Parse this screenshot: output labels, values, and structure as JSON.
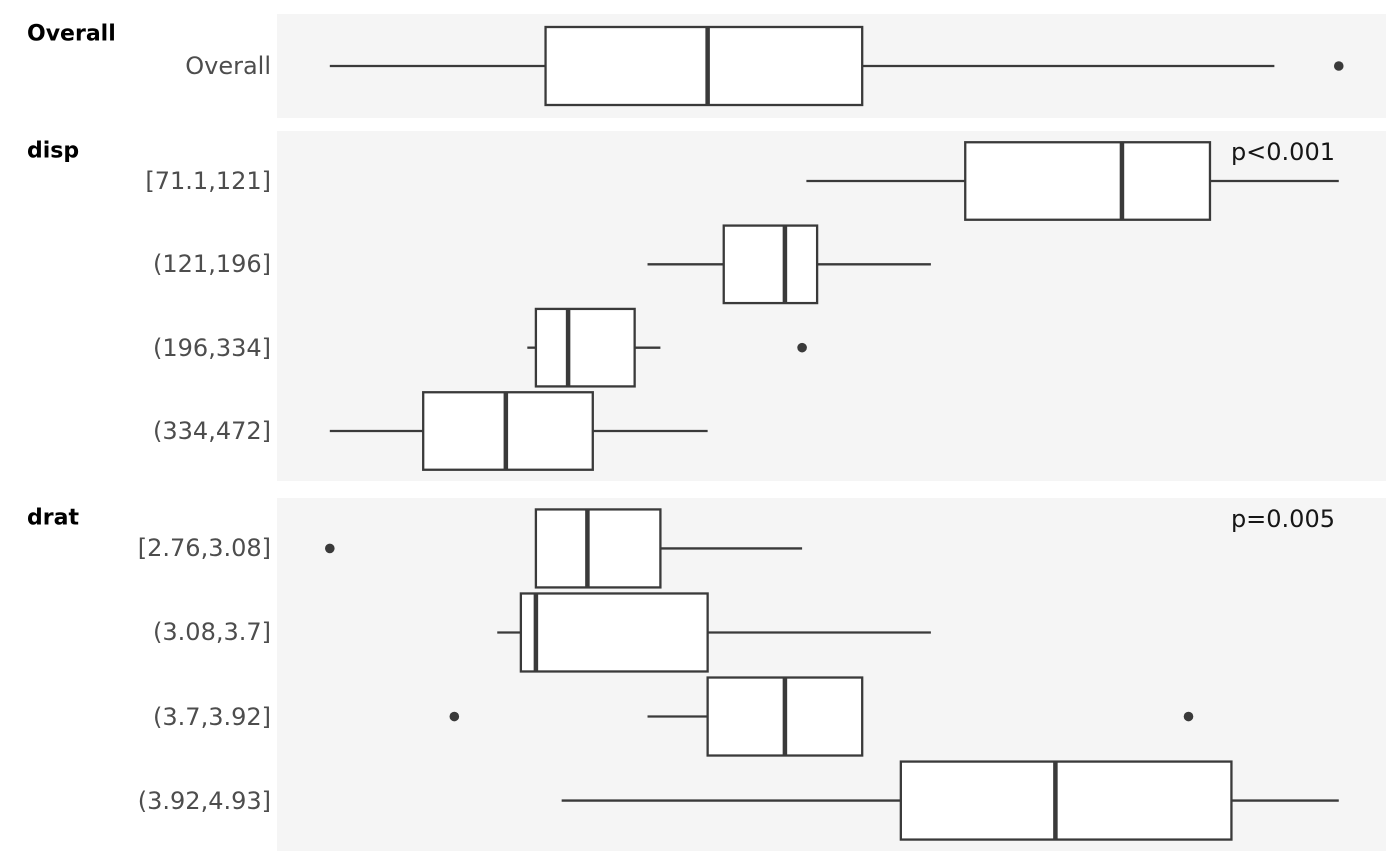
{
  "chart_data": {
    "type": "boxplot",
    "orientation": "horizontal",
    "title": "",
    "xlabel": "",
    "ylabel": "",
    "axis": {
      "xlim": [
        9.17,
        35.0
      ],
      "x_axis_visible": false,
      "grid": false
    },
    "legend": null,
    "panels": [
      {
        "id": "overall",
        "header": "Overall",
        "p_value": "",
        "rows": [
          {
            "label": "Overall",
            "whisker_low": 10.4,
            "q1": 15.425,
            "median": 19.2,
            "q3": 22.8,
            "whisker_high": 32.4,
            "outliers": [
              33.9
            ]
          }
        ]
      },
      {
        "id": "disp",
        "header": "disp",
        "p_value": "p<0.001",
        "rows": [
          {
            "label": "[71.1,121]",
            "whisker_low": 21.5,
            "q1": 25.2,
            "median": 28.85,
            "q3": 30.9,
            "whisker_high": 33.9,
            "outliers": []
          },
          {
            "label": "(121,196]",
            "whisker_low": 17.8,
            "q1": 19.575,
            "median": 21.0,
            "q3": 21.75,
            "whisker_high": 24.4,
            "outliers": []
          },
          {
            "label": "(196,334]",
            "whisker_low": 15.0,
            "q1": 15.2,
            "median": 15.95,
            "q3": 17.5,
            "whisker_high": 18.1,
            "outliers": [
              21.4
            ]
          },
          {
            "label": "(334,472]",
            "whisker_low": 10.4,
            "q1": 12.575,
            "median": 14.5,
            "q3": 16.525,
            "whisker_high": 19.2,
            "outliers": []
          }
        ]
      },
      {
        "id": "drat",
        "header": "drat",
        "p_value": "p=0.005",
        "rows": [
          {
            "label": "[2.76,3.08]",
            "whisker_low": 15.2,
            "q1": 15.2,
            "median": 16.4,
            "q3": 18.1,
            "whisker_high": 21.4,
            "outliers": [
              10.4
            ]
          },
          {
            "label": "(3.08,3.7]",
            "whisker_low": 14.3,
            "q1": 14.85,
            "median": 15.2,
            "q3": 19.2,
            "whisker_high": 24.4,
            "outliers": []
          },
          {
            "label": "(3.7,3.92]",
            "whisker_low": 17.8,
            "q1": 19.2,
            "median": 21.0,
            "q3": 22.8,
            "whisker_high": 22.8,
            "outliers": [
              13.3,
              30.4
            ]
          },
          {
            "label": "(3.92,4.93]",
            "whisker_low": 15.8,
            "q1": 23.7,
            "median": 27.3,
            "q3": 31.4,
            "whisker_high": 33.9,
            "outliers": []
          }
        ]
      }
    ],
    "colors": {
      "background": "#ffffff",
      "panel_bg": "#f5f5f5",
      "line": "#3a3a3a",
      "box_fill": "#ffffff",
      "row_label": "#4d4d4d",
      "header": "#000000",
      "p_value": "#161616"
    }
  }
}
